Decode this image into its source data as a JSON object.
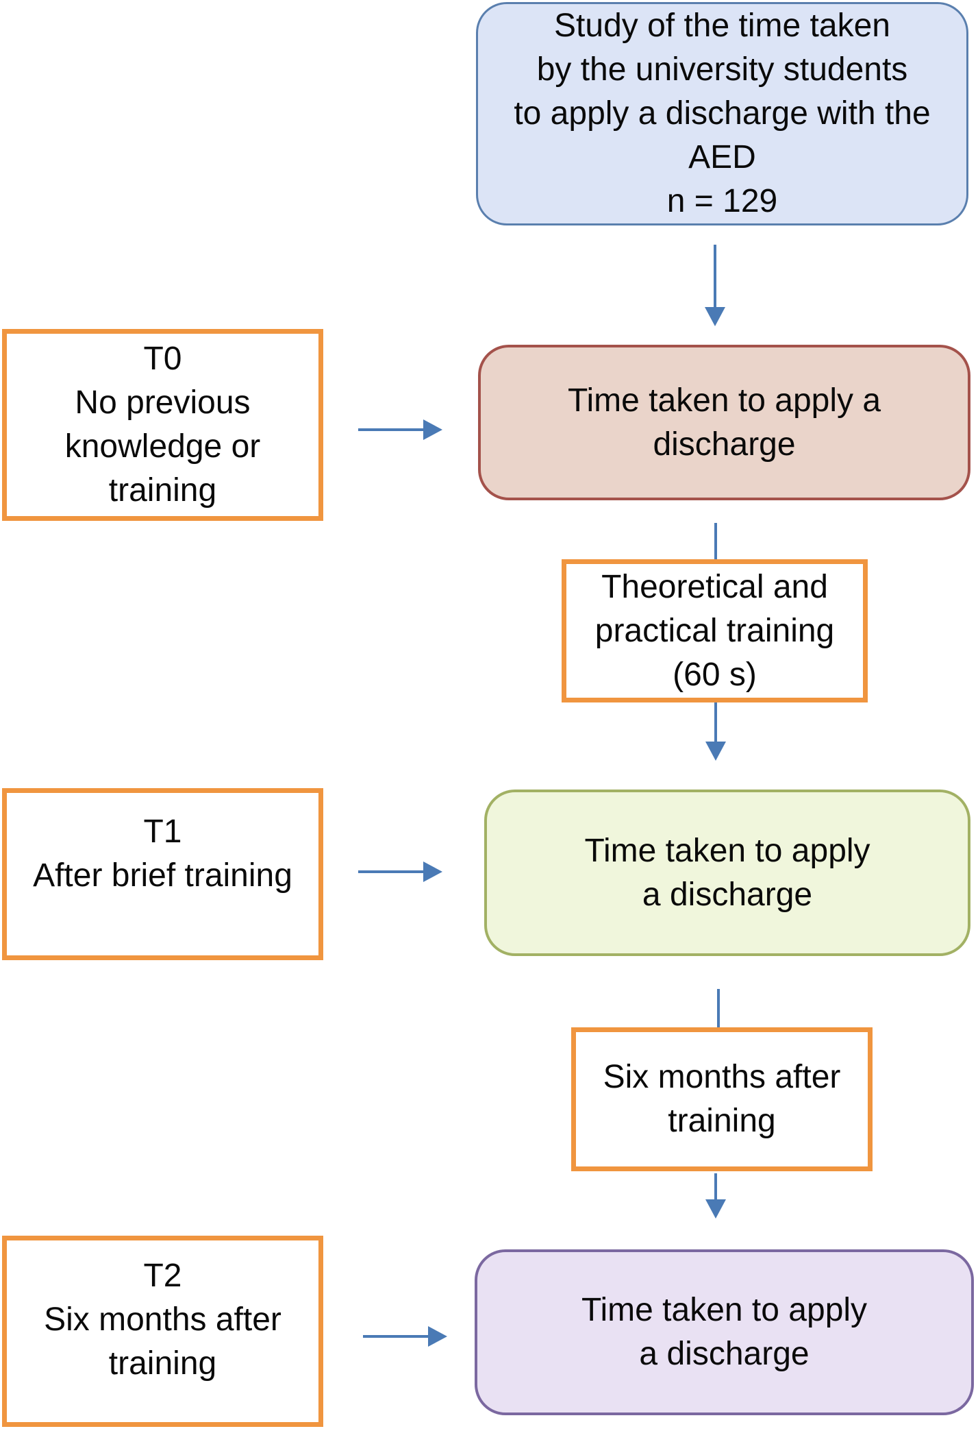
{
  "boxes": {
    "study": {
      "text": "Study of the time taken\nby the university students\nto apply a discharge with the\nAED\nn = 129"
    },
    "t0": {
      "text": "T0\nNo previous\nknowledge or\ntraining"
    },
    "outcome_t0": {
      "text": "Time taken to apply a\ndischarge"
    },
    "training": {
      "text": "Theoretical and\npractical training\n(60 s)"
    },
    "t1": {
      "text": "T1\nAfter brief training"
    },
    "outcome_t1": {
      "text": "Time taken to apply\na discharge"
    },
    "six_months": {
      "text": "Six months after\ntraining"
    },
    "t2": {
      "text": "T2\nSix months after\ntraining"
    },
    "outcome_t2": {
      "text": "Time taken to apply\na discharge"
    }
  },
  "colors": {
    "arrow": "#4a7ab5",
    "study_fill": "#dce4f6",
    "study_border": "#5a7fae",
    "stage_border": "#f0953f",
    "outcome_t0_fill": "#ead4ca",
    "outcome_t0_border": "#a4524b",
    "outcome_t1_fill": "#f0f6dc",
    "outcome_t1_border": "#a2b164",
    "outcome_t2_fill": "#e9e1f3",
    "outcome_t2_border": "#7b68a0"
  }
}
